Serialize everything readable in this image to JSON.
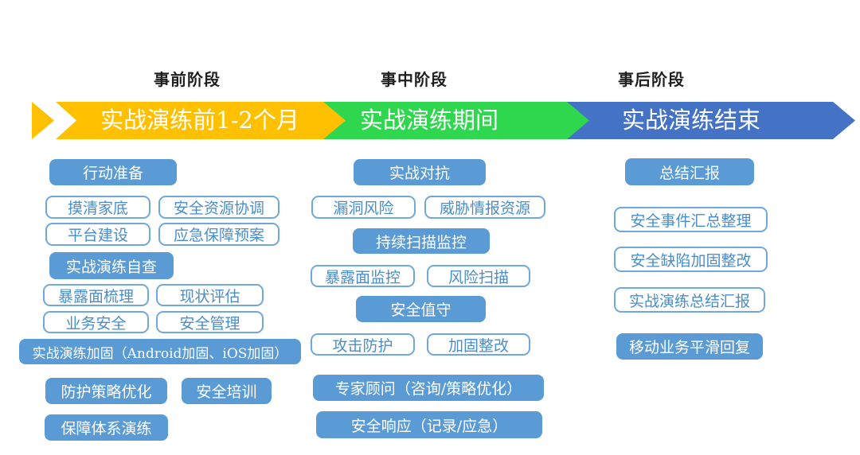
{
  "phases": [
    {
      "header": "事前阶段",
      "banner_label": "实战演练前1-2个月",
      "banner_color": "#FFC000",
      "boxes": [
        {
          "label": "行动准备"
        },
        {
          "label": "摸清家底"
        },
        {
          "label": "安全资源协调"
        },
        {
          "label": "平台建设"
        },
        {
          "label": "应急保障预案"
        },
        {
          "label": "实战演练自查"
        },
        {
          "label": "暴露面梳理"
        },
        {
          "label": "现状评估"
        },
        {
          "label": "业务安全"
        },
        {
          "label": "安全管理"
        },
        {
          "label": "实战演练加固（Android加固、iOS加固）"
        },
        {
          "label": "防护策略优化"
        },
        {
          "label": "安全培训"
        },
        {
          "label": "保障体系演练"
        }
      ]
    },
    {
      "header": "事中阶段",
      "banner_label": "实战演练期间",
      "banner_color": "#2ED74E",
      "boxes": [
        {
          "label": "实战对抗"
        },
        {
          "label": "漏洞风险"
        },
        {
          "label": "威胁情报资源"
        },
        {
          "label": "持续扫描监控"
        },
        {
          "label": "暴露面监控"
        },
        {
          "label": "风险扫描"
        },
        {
          "label": "安全值守"
        },
        {
          "label": "攻击防护"
        },
        {
          "label": "加固整改"
        },
        {
          "label": "专家顾问（咨询/策略优化）"
        },
        {
          "label": "安全响应（记录/应急）"
        }
      ]
    },
    {
      "header": "事后阶段",
      "banner_label": "实战演练结束",
      "banner_color": "#4472C4",
      "boxes": [
        {
          "label": "总结汇报"
        },
        {
          "label": "安全事件汇总整理"
        },
        {
          "label": "安全缺陷加固整改"
        },
        {
          "label": "实战演练总结汇报"
        },
        {
          "label": "移动业务平滑回复"
        }
      ]
    }
  ],
  "colors": {
    "filled_box": "#5B9BD5",
    "outlined_border": "#6FA8DC",
    "outlined_text": "#4A8DCB",
    "banner_pre": "#FFC000",
    "banner_during": "#2ED74E",
    "banner_post": "#4472C4"
  }
}
